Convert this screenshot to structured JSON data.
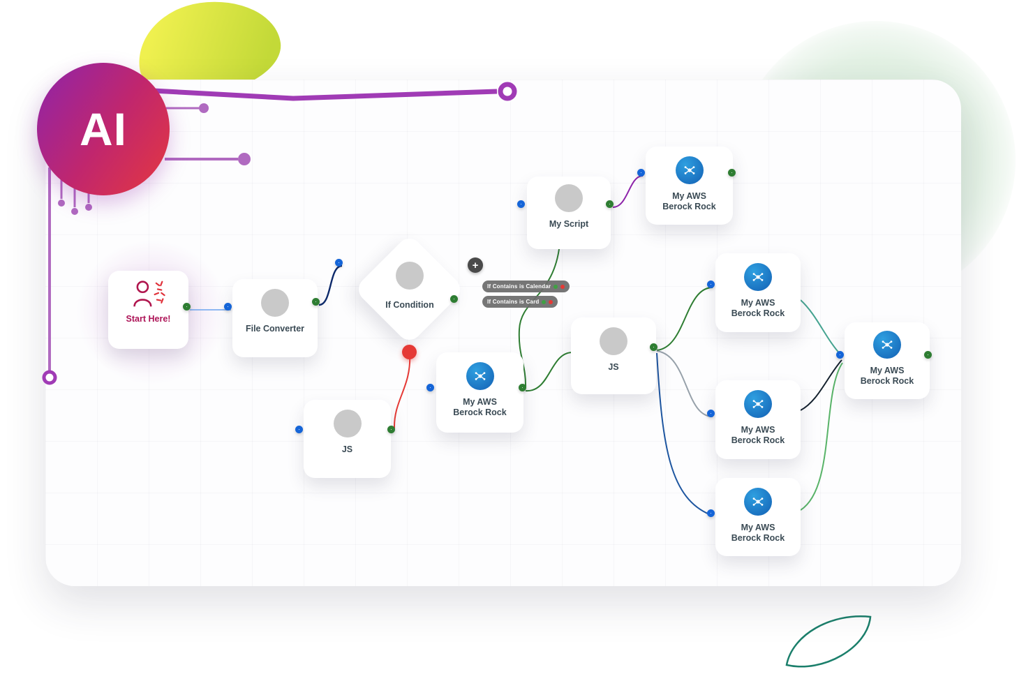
{
  "brand": {
    "logo_text": "AI"
  },
  "canvas": {
    "nodes": {
      "start": {
        "label": "Start Here!",
        "icon": "person-gears-icon"
      },
      "file_converter": {
        "label": "File Converter",
        "icon": "placeholder-circle-icon"
      },
      "if_condition": {
        "label": "If Condition",
        "icon": "placeholder-circle-icon"
      },
      "js_left": {
        "label": "JS",
        "icon": "placeholder-circle-icon"
      },
      "my_script": {
        "label": "My Script",
        "icon": "placeholder-circle-icon"
      },
      "js_center": {
        "label": "JS",
        "icon": "placeholder-circle-icon"
      },
      "aws_top": {
        "label_line1": "My AWS",
        "label_line2": "Berock Rock",
        "icon": "bedrock-brain-icon"
      },
      "aws_center": {
        "label_line1": "My AWS",
        "label_line2": "Berock Rock",
        "icon": "bedrock-brain-icon"
      },
      "aws_right_top": {
        "label_line1": "My AWS",
        "label_line2": "Berock Rock",
        "icon": "bedrock-brain-icon"
      },
      "aws_right_middle": {
        "label_line1": "My AWS",
        "label_line2": "Berock Rock",
        "icon": "bedrock-brain-icon"
      },
      "aws_right_bottom": {
        "label_line1": "My AWS",
        "label_line2": "Berock Rock",
        "icon": "bedrock-brain-icon"
      },
      "aws_far_right": {
        "label_line1": "My AWS",
        "label_line2": "Berock Rock",
        "icon": "bedrock-brain-icon"
      }
    },
    "condition_pills": [
      {
        "label": "If Contains is Calendar"
      },
      {
        "label": "If Contains is Card"
      }
    ],
    "add_button_glyph": "+"
  },
  "colors": {
    "handle_input_blue": "#1565d8",
    "handle_output_green": "#2e7d32",
    "condition_true_dot": "#3fa043",
    "condition_false_dot": "#e53935",
    "error_dot_red": "#e53935",
    "connection_light_blue": "#8fb8f2",
    "connection_navy": "#0d2a6b",
    "connection_red": "#e53935",
    "connection_green": "#2e7d32",
    "connection_purple": "#8e24aa",
    "connection_gray": "#97a1aa",
    "connection_blue": "#1e56a0",
    "connection_teal": "#46a491",
    "connection_dark": "#14212e",
    "brand_gradient_start": "#8e24aa",
    "brand_gradient_end": "#e5383f",
    "decoration_purple": "#a03bb5",
    "decoration_yellow": "#d9e23f",
    "decoration_green": "#a3d1a7",
    "leaf_teal": "#1b7f6b",
    "aws_icon_blue": "#1360b4"
  }
}
